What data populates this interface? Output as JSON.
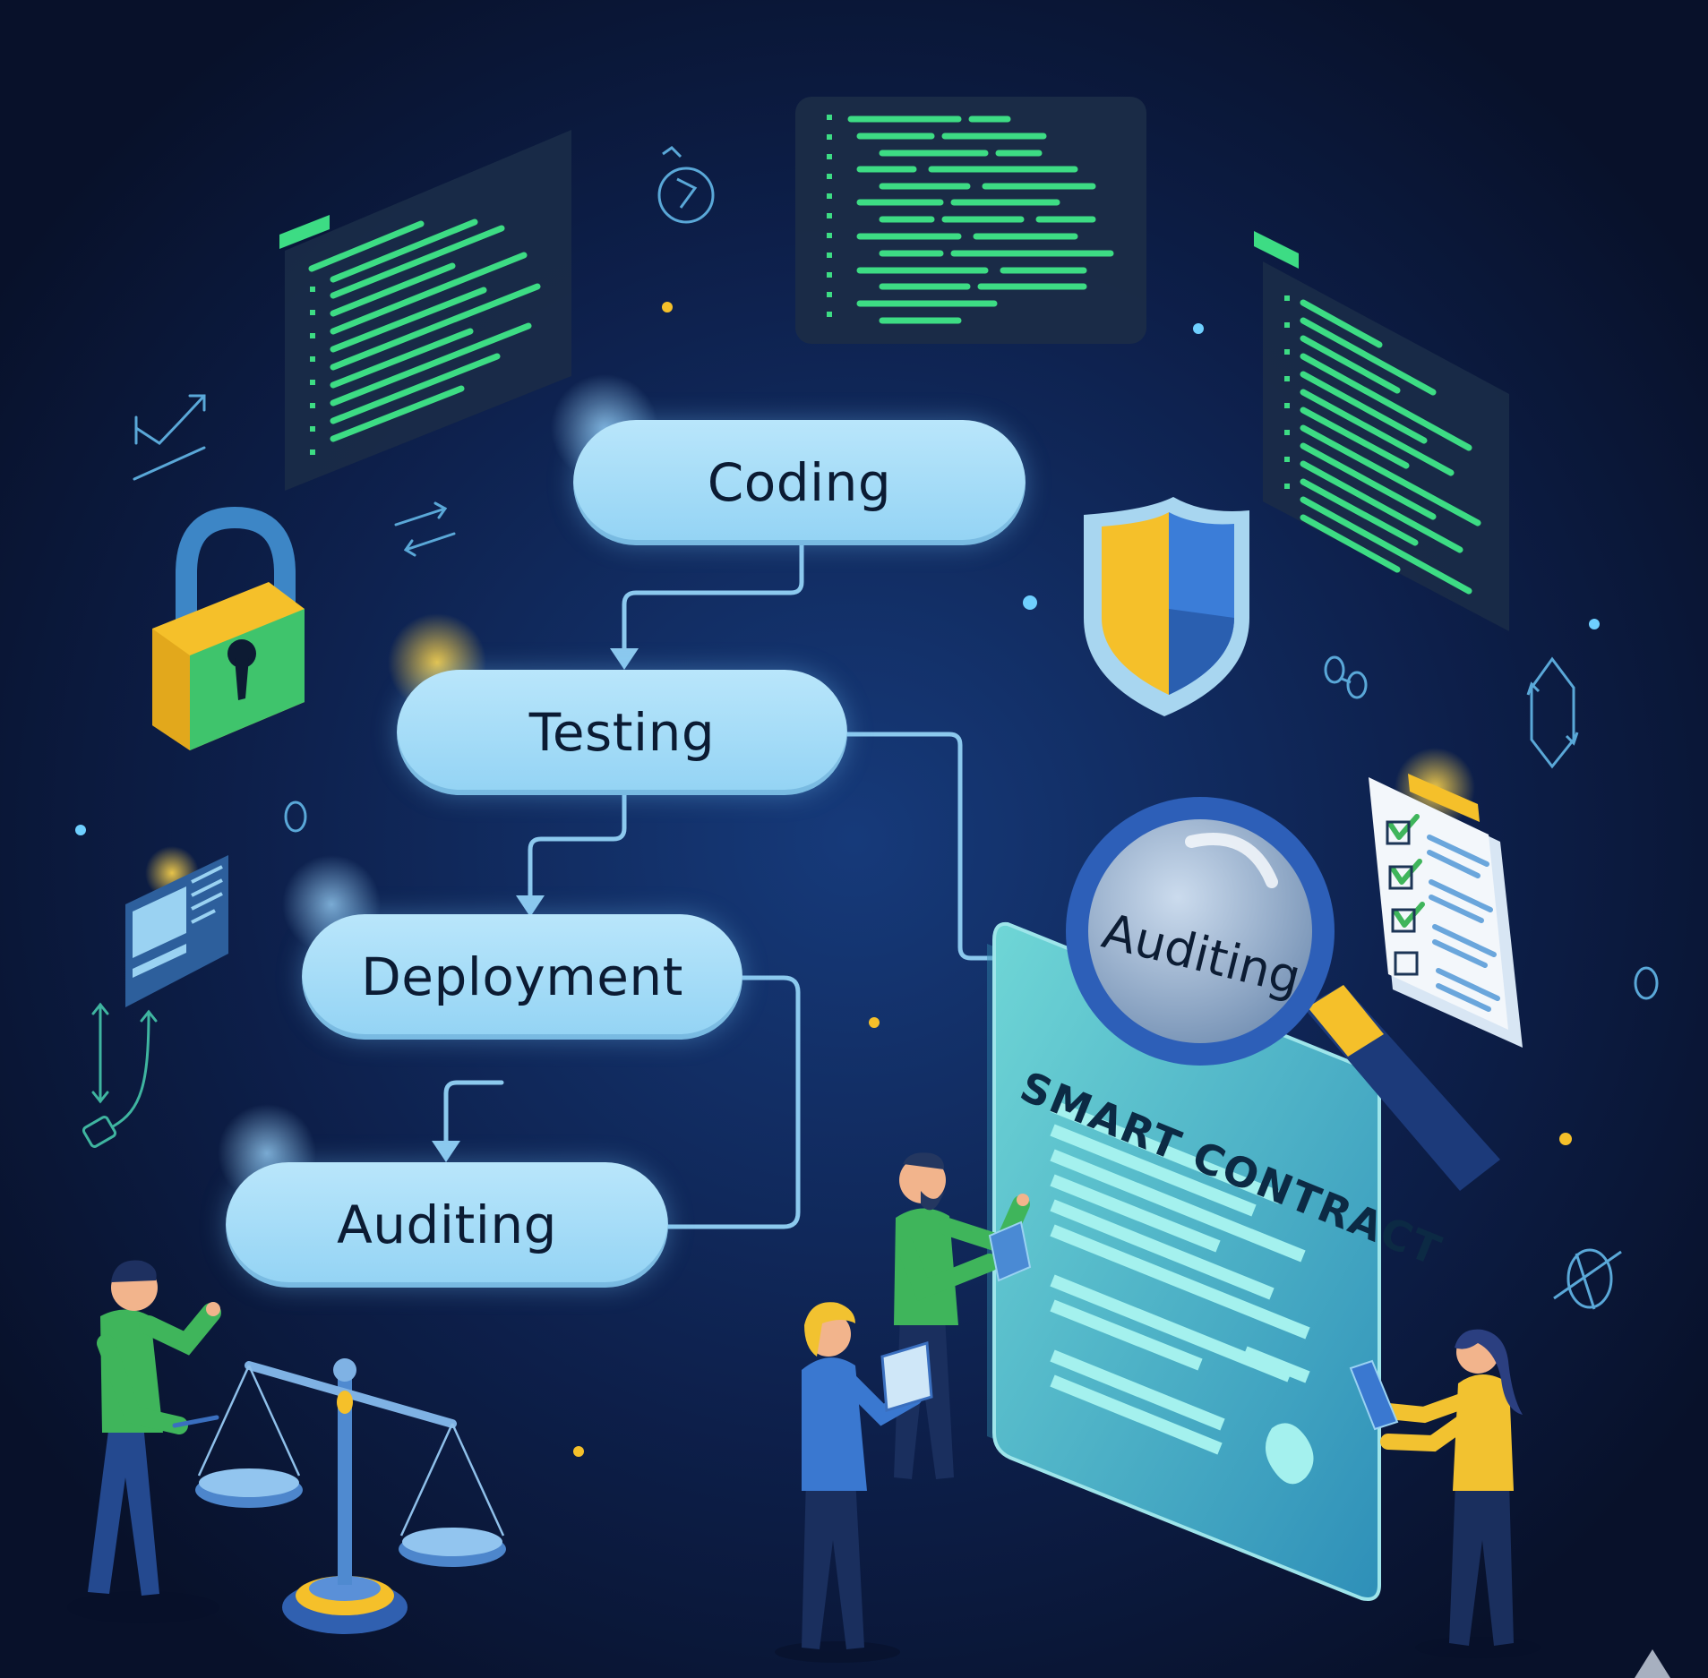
{
  "steps": [
    {
      "id": "coding",
      "label": "Coding"
    },
    {
      "id": "testing",
      "label": "Testing"
    },
    {
      "id": "deployment",
      "label": "Deployment"
    },
    {
      "id": "auditing",
      "label": "Auditing"
    }
  ],
  "contract": {
    "title": "SMART CONTRACT",
    "magnifier_label": "Auditing"
  },
  "colors": {
    "background": "#0a1430",
    "pill": "#a6dcf7",
    "connector": "#8cc9ee",
    "code_green": "#3ddc84",
    "accent_yellow": "#f5c02a",
    "accent_blue": "#3b7dd8",
    "person_green": "#3fb55b",
    "person_yellow": "#f2c230"
  },
  "icons": [
    "padlock-icon",
    "shield-icon",
    "magnifier-icon",
    "checklist-icon",
    "scales-icon",
    "code-panel-icon",
    "smart-contract-document-icon",
    "chart-arrow-icon",
    "swap-arrows-icon",
    "hexagon-cycle-icon",
    "person-icon"
  ]
}
